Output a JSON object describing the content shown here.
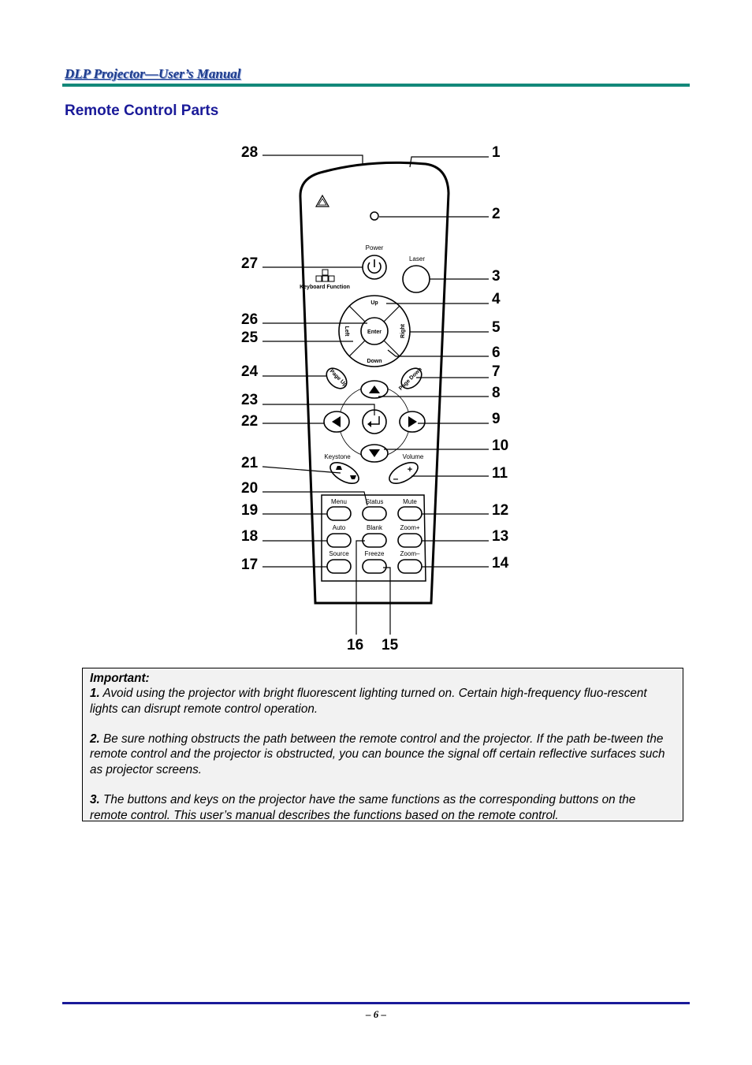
{
  "header": {
    "title": "DLP Projector—User’s Manual"
  },
  "section": {
    "title": "Remote Control Parts"
  },
  "figure": {
    "callouts": [
      "1",
      "2",
      "3",
      "4",
      "5",
      "6",
      "7",
      "8",
      "9",
      "10",
      "11",
      "12",
      "13",
      "14",
      "15",
      "16",
      "17",
      "18",
      "19",
      "20",
      "21",
      "22",
      "23",
      "24",
      "25",
      "26",
      "27",
      "28"
    ],
    "labels": {
      "power": "Power",
      "laser": "Laser",
      "keyboard_function": "Keyboard Function",
      "up": "Up",
      "down": "Down",
      "left": "Left",
      "right": "Right",
      "enter": "Enter",
      "page_up": "Page Up",
      "page_down": "Page Down",
      "keystone": "Keystone",
      "volume": "Volume",
      "menu": "Menu",
      "status": "Status",
      "mute": "Mute",
      "auto": "Auto",
      "blank": "Blank",
      "zoom_plus": "Zoom+",
      "source": "Source",
      "freeze": "Freeze",
      "zoom_minus": "Zoom–"
    }
  },
  "note": {
    "heading": "Important:",
    "items": [
      {
        "num": "1.",
        "text": " Avoid using the projector with bright fluorescent lighting turned on. Certain high-frequency fluo-rescent lights can disrupt remote control operation."
      },
      {
        "num": "2.",
        "text": " Be sure nothing obstructs the path between the remote control and the projector. If the path be-tween the remote control and the projector is obstructed, you can bounce the signal off certain reflective surfaces such as projector screens."
      },
      {
        "num": "3.",
        "text": " The buttons and keys on the projector have the same functions as the corresponding buttons on the remote control. This user’s manual describes the functions based on the remote control."
      }
    ]
  },
  "footer": {
    "page": "– 6 –"
  }
}
